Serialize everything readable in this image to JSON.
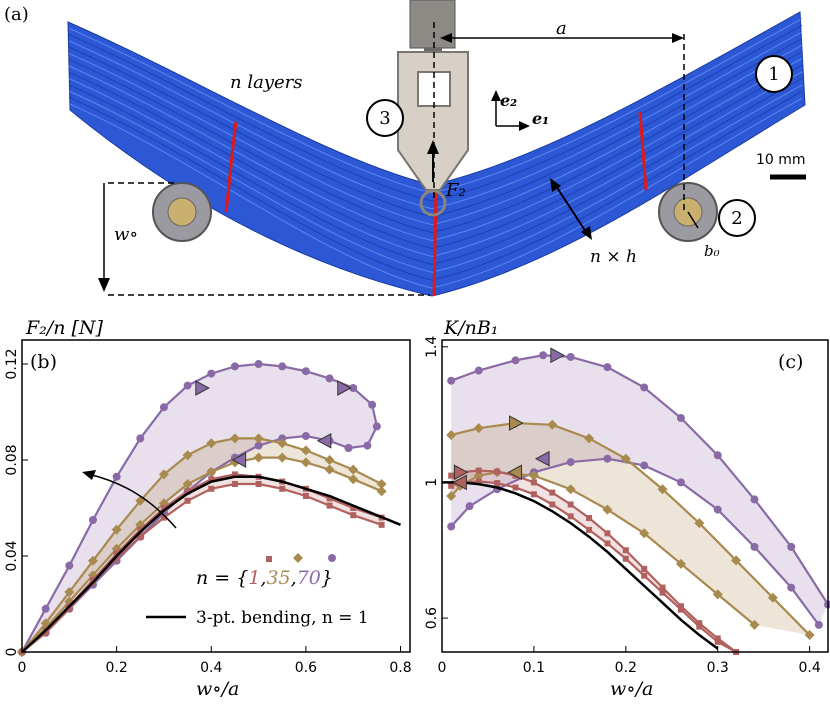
{
  "panel_labels": {
    "a": "(a)",
    "b": "(b)",
    "c": "(c)"
  },
  "photo": {
    "n_layers": "n layers",
    "dist_a": "a",
    "e2": "e₂",
    "e1": "e₁",
    "F2": "F₂",
    "w0": "w∘",
    "nxh": "n × h",
    "b0": "b₀",
    "scale": "10 mm",
    "c1": "1",
    "c2": "2",
    "c3": "3"
  },
  "colors": {
    "n1": "#b0605e",
    "n35": "#a88a4e",
    "n70": "#8a6aa6",
    "ref": "#000000",
    "bluestack": "#2a56d4"
  },
  "chart_data": [
    {
      "type": "line",
      "ylabel": "F₂/n [N]",
      "xlabel": "w∘/a",
      "xlim": [
        0,
        0.82
      ],
      "ylim": [
        0,
        0.13
      ],
      "xticks": [
        "0",
        "0.2",
        "0.4",
        "0.6",
        "0.8"
      ],
      "yticks": [
        "0",
        "0.04",
        "0.08",
        "0.12"
      ],
      "legend_n": "n = {1, 35, 70}",
      "legend_n_prefix": "n = {",
      "legend_n_vals": [
        "1",
        "35",
        "70"
      ],
      "legend_ref": "3-pt. bending, n = 1",
      "series": [
        {
          "key": "n1",
          "load": [
            [
              0,
              0
            ],
            [
              0.05,
              0.009
            ],
            [
              0.1,
              0.019
            ],
            [
              0.15,
              0.03
            ],
            [
              0.2,
              0.041
            ],
            [
              0.25,
              0.051
            ],
            [
              0.3,
              0.06
            ],
            [
              0.35,
              0.067
            ],
            [
              0.4,
              0.072
            ],
            [
              0.45,
              0.074
            ],
            [
              0.5,
              0.073
            ],
            [
              0.55,
              0.071
            ],
            [
              0.6,
              0.068
            ],
            [
              0.65,
              0.064
            ],
            [
              0.7,
              0.06
            ],
            [
              0.76,
              0.056
            ]
          ],
          "unload": [
            [
              0.76,
              0.053
            ],
            [
              0.7,
              0.057
            ],
            [
              0.65,
              0.061
            ],
            [
              0.6,
              0.065
            ],
            [
              0.55,
              0.068
            ],
            [
              0.5,
              0.07
            ],
            [
              0.45,
              0.07
            ],
            [
              0.4,
              0.068
            ],
            [
              0.35,
              0.063
            ],
            [
              0.3,
              0.056
            ],
            [
              0.25,
              0.048
            ],
            [
              0.2,
              0.039
            ],
            [
              0.15,
              0.029
            ],
            [
              0.1,
              0.018
            ],
            [
              0.05,
              0.008
            ],
            [
              0,
              0
            ]
          ]
        },
        {
          "key": "n35",
          "load": [
            [
              0,
              0
            ],
            [
              0.05,
              0.012
            ],
            [
              0.1,
              0.025
            ],
            [
              0.15,
              0.038
            ],
            [
              0.2,
              0.051
            ],
            [
              0.25,
              0.063
            ],
            [
              0.3,
              0.074
            ],
            [
              0.35,
              0.082
            ],
            [
              0.4,
              0.087
            ],
            [
              0.45,
              0.089
            ],
            [
              0.5,
              0.089
            ],
            [
              0.55,
              0.087
            ],
            [
              0.6,
              0.084
            ],
            [
              0.65,
              0.08
            ],
            [
              0.7,
              0.076
            ],
            [
              0.76,
              0.07
            ]
          ],
          "unload": [
            [
              0.76,
              0.067
            ],
            [
              0.7,
              0.072
            ],
            [
              0.65,
              0.076
            ],
            [
              0.6,
              0.079
            ],
            [
              0.55,
              0.081
            ],
            [
              0.5,
              0.081
            ],
            [
              0.45,
              0.079
            ],
            [
              0.4,
              0.075
            ],
            [
              0.35,
              0.07
            ],
            [
              0.3,
              0.062
            ],
            [
              0.25,
              0.053
            ],
            [
              0.2,
              0.043
            ],
            [
              0.15,
              0.032
            ],
            [
              0.1,
              0.021
            ],
            [
              0.05,
              0.01
            ],
            [
              0,
              0
            ]
          ]
        },
        {
          "key": "n70",
          "load": [
            [
              0,
              0
            ],
            [
              0.05,
              0.018
            ],
            [
              0.1,
              0.036
            ],
            [
              0.15,
              0.055
            ],
            [
              0.2,
              0.073
            ],
            [
              0.25,
              0.089
            ],
            [
              0.3,
              0.102
            ],
            [
              0.35,
              0.111
            ],
            [
              0.4,
              0.116
            ],
            [
              0.45,
              0.119
            ],
            [
              0.5,
              0.12
            ],
            [
              0.55,
              0.119
            ],
            [
              0.6,
              0.117
            ],
            [
              0.65,
              0.114
            ],
            [
              0.7,
              0.11
            ],
            [
              0.74,
              0.103
            ],
            [
              0.75,
              0.094
            ],
            [
              0.73,
              0.086
            ],
            [
              0.69,
              0.085
            ]
          ],
          "unload": [
            [
              0.69,
              0.085
            ],
            [
              0.65,
              0.088
            ],
            [
              0.6,
              0.09
            ],
            [
              0.55,
              0.089
            ],
            [
              0.5,
              0.086
            ],
            [
              0.45,
              0.081
            ],
            [
              0.4,
              0.075
            ],
            [
              0.35,
              0.067
            ],
            [
              0.3,
              0.058
            ],
            [
              0.25,
              0.048
            ],
            [
              0.2,
              0.038
            ],
            [
              0.15,
              0.028
            ],
            [
              0.1,
              0.018
            ],
            [
              0.05,
              0.008
            ],
            [
              0,
              0
            ]
          ]
        }
      ],
      "reference": [
        [
          0,
          0
        ],
        [
          0.05,
          0.009
        ],
        [
          0.1,
          0.019
        ],
        [
          0.15,
          0.029
        ],
        [
          0.2,
          0.04
        ],
        [
          0.25,
          0.05
        ],
        [
          0.3,
          0.059
        ],
        [
          0.35,
          0.066
        ],
        [
          0.4,
          0.071
        ],
        [
          0.45,
          0.073
        ],
        [
          0.5,
          0.073
        ],
        [
          0.55,
          0.071
        ],
        [
          0.6,
          0.068
        ],
        [
          0.65,
          0.065
        ],
        [
          0.7,
          0.061
        ],
        [
          0.75,
          0.057
        ],
        [
          0.8,
          0.053
        ]
      ]
    },
    {
      "type": "line",
      "ylabel": "K/nB₁",
      "xlabel": "w∘/a",
      "xlim": [
        0,
        0.42
      ],
      "ylim": [
        0.5,
        1.42
      ],
      "xticks": [
        "0",
        "0.1",
        "0.2",
        "0.3",
        "0.4"
      ],
      "yticks": [
        "0.6",
        "1",
        "1.4"
      ],
      "series": [
        {
          "key": "n1",
          "load": [
            [
              0.01,
              1.02
            ],
            [
              0.02,
              1.03
            ],
            [
              0.04,
              1.035
            ],
            [
              0.06,
              1.032
            ],
            [
              0.08,
              1.02
            ],
            [
              0.1,
              1.0
            ],
            [
              0.12,
              0.97
            ],
            [
              0.14,
              0.935
            ],
            [
              0.16,
              0.895
            ],
            [
              0.18,
              0.85
            ],
            [
              0.2,
              0.8
            ],
            [
              0.22,
              0.745
            ],
            [
              0.24,
              0.69
            ],
            [
              0.26,
              0.635
            ],
            [
              0.28,
              0.585
            ],
            [
              0.3,
              0.54
            ],
            [
              0.32,
              0.5
            ]
          ],
          "unload": [
            [
              0.32,
              0.5
            ],
            [
              0.3,
              0.53
            ],
            [
              0.28,
              0.575
            ],
            [
              0.26,
              0.625
            ],
            [
              0.24,
              0.675
            ],
            [
              0.22,
              0.725
            ],
            [
              0.2,
              0.775
            ],
            [
              0.18,
              0.82
            ],
            [
              0.16,
              0.86
            ],
            [
              0.14,
              0.9
            ],
            [
              0.12,
              0.935
            ],
            [
              0.1,
              0.965
            ],
            [
              0.08,
              0.985
            ],
            [
              0.06,
              0.998
            ],
            [
              0.04,
              1.003
            ],
            [
              0.02,
              1.0
            ],
            [
              0.01,
              0.99
            ]
          ]
        },
        {
          "key": "n35",
          "load": [
            [
              0.01,
              1.14
            ],
            [
              0.04,
              1.16
            ],
            [
              0.08,
              1.175
            ],
            [
              0.12,
              1.17
            ],
            [
              0.16,
              1.13
            ],
            [
              0.2,
              1.07
            ],
            [
              0.24,
              0.98
            ],
            [
              0.28,
              0.88
            ],
            [
              0.32,
              0.77
            ],
            [
              0.36,
              0.66
            ],
            [
              0.4,
              0.55
            ]
          ],
          "unload": [
            [
              0.34,
              0.58
            ],
            [
              0.3,
              0.67
            ],
            [
              0.26,
              0.76
            ],
            [
              0.22,
              0.85
            ],
            [
              0.18,
              0.92
            ],
            [
              0.14,
              0.98
            ],
            [
              0.1,
              1.02
            ],
            [
              0.06,
              1.03
            ],
            [
              0.04,
              1.02
            ],
            [
              0.02,
              0.99
            ],
            [
              0.01,
              0.96
            ]
          ]
        },
        {
          "key": "n70",
          "load": [
            [
              0.01,
              1.3
            ],
            [
              0.04,
              1.33
            ],
            [
              0.08,
              1.36
            ],
            [
              0.11,
              1.375
            ],
            [
              0.14,
              1.37
            ],
            [
              0.18,
              1.34
            ],
            [
              0.22,
              1.28
            ],
            [
              0.26,
              1.19
            ],
            [
              0.3,
              1.08
            ],
            [
              0.34,
              0.95
            ],
            [
              0.38,
              0.81
            ],
            [
              0.42,
              0.64
            ]
          ],
          "unload": [
            [
              0.41,
              0.58
            ],
            [
              0.38,
              0.69
            ],
            [
              0.34,
              0.81
            ],
            [
              0.3,
              0.92
            ],
            [
              0.26,
              1.0
            ],
            [
              0.22,
              1.05
            ],
            [
              0.18,
              1.07
            ],
            [
              0.14,
              1.06
            ],
            [
              0.1,
              1.03
            ],
            [
              0.06,
              0.98
            ],
            [
              0.03,
              0.93
            ],
            [
              0.01,
              0.87
            ]
          ]
        }
      ],
      "reference": [
        [
          0,
          1.0
        ],
        [
          0.02,
          1.0
        ],
        [
          0.04,
          0.995
        ],
        [
          0.06,
          0.985
        ],
        [
          0.08,
          0.968
        ],
        [
          0.1,
          0.945
        ],
        [
          0.12,
          0.915
        ],
        [
          0.14,
          0.88
        ],
        [
          0.16,
          0.84
        ],
        [
          0.18,
          0.795
        ],
        [
          0.2,
          0.745
        ],
        [
          0.22,
          0.695
        ],
        [
          0.24,
          0.645
        ],
        [
          0.26,
          0.595
        ],
        [
          0.28,
          0.55
        ],
        [
          0.3,
          0.51
        ]
      ]
    }
  ]
}
